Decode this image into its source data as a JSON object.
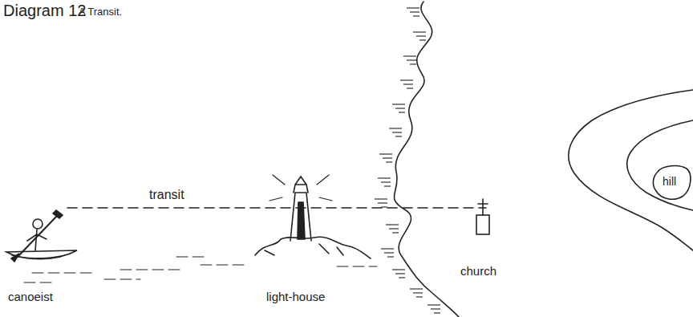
{
  "diagram": {
    "title": "Diagram 12",
    "labels": [
      "A Transit.",
      "transit",
      "canoeist",
      "light-house",
      "church",
      "hill"
    ]
  }
}
